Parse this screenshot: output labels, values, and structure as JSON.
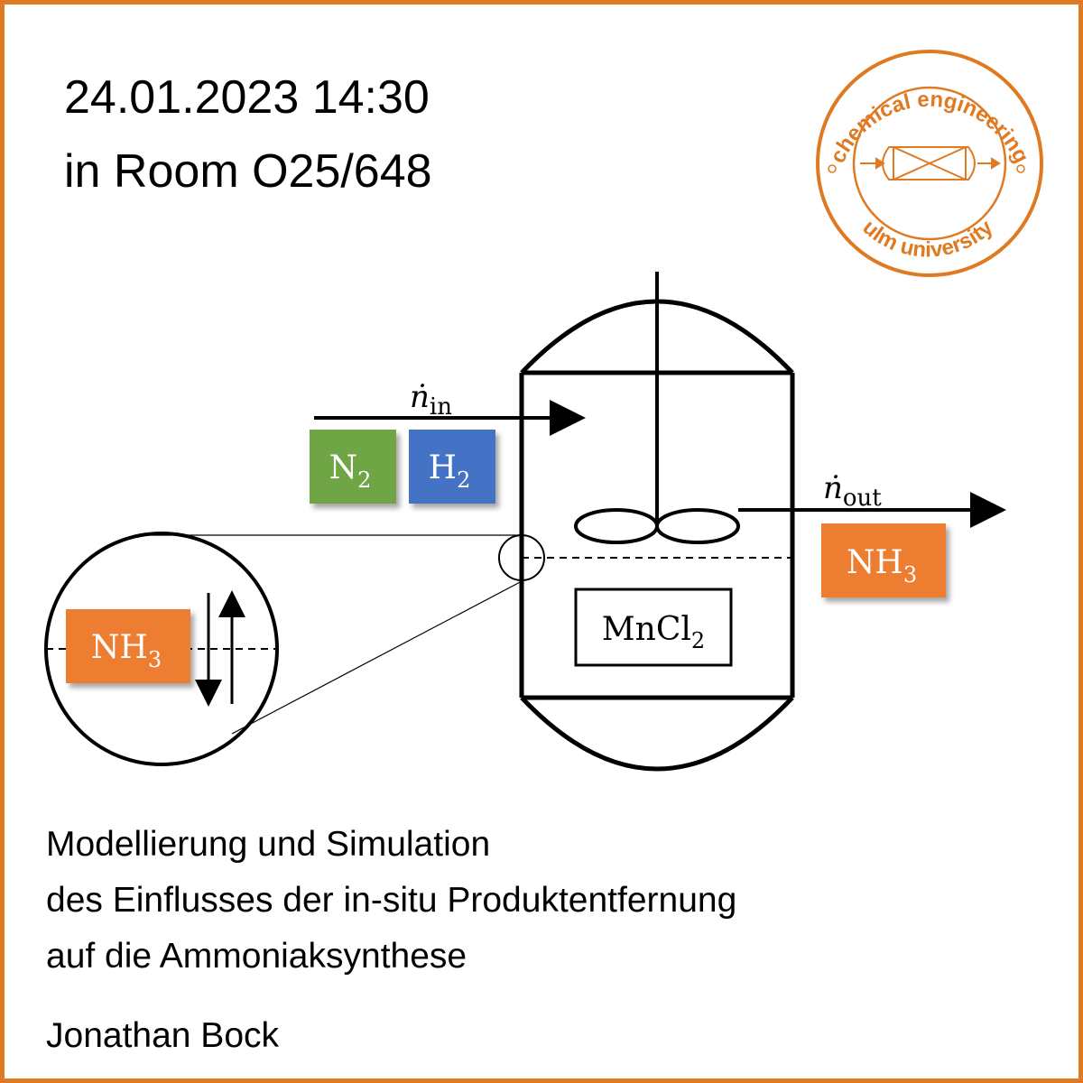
{
  "event": {
    "datetime": "24.01.2023 14:30",
    "room": "in Room O25/648"
  },
  "logo": {
    "top_text": "chemical engineering",
    "bottom_text": "ulm university",
    "color": "#e07a22",
    "icon": "reactor-tube-icon"
  },
  "diagram": {
    "inflow_label": {
      "base": "ṅ",
      "sub": "in"
    },
    "outflow_label": {
      "base": "ṅ",
      "sub": "out"
    },
    "feed": [
      {
        "base": "N",
        "sub": "2",
        "color": "#6fa544"
      },
      {
        "base": "H",
        "sub": "2",
        "color": "#4472c4"
      }
    ],
    "product": {
      "base": "NH",
      "sub": "3",
      "color": "#ed7d31"
    },
    "catalyst": {
      "base": "MnCl",
      "sub": "2"
    },
    "zoom_species": {
      "base": "NH",
      "sub": "3",
      "color": "#ed7d31"
    }
  },
  "talk": {
    "title_lines": [
      "Modellierung und Simulation",
      "des Einflusses der in-situ Produktentfernung",
      "auf die Ammoniaksynthese"
    ],
    "author": "Jonathan Bock"
  },
  "colors": {
    "border": "#e07a22",
    "background": "#ffffff"
  }
}
